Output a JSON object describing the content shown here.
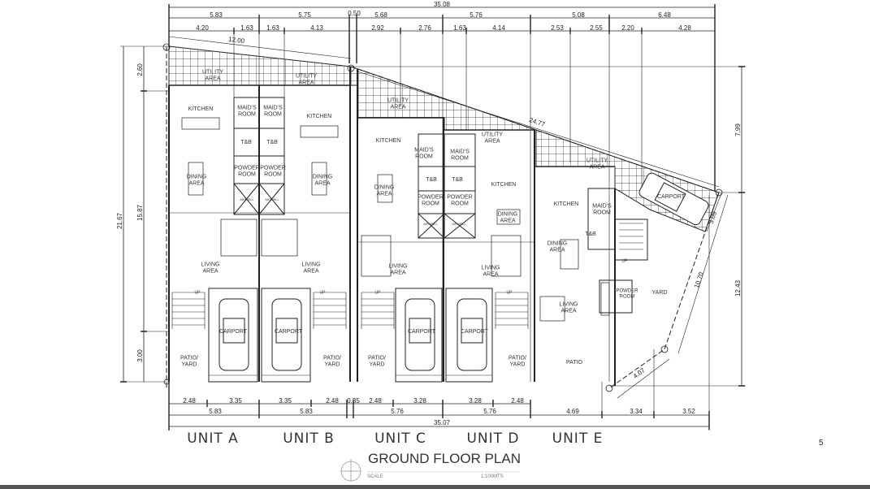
{
  "dimensions": {
    "top_total": "35.08",
    "top_units": [
      "5.83",
      "5.75",
      "0.50",
      "5.68",
      "5.76",
      "5.08",
      "6.48"
    ],
    "top_sub": [
      "4.20",
      "1.63",
      "1.63",
      "4.13",
      "2.92",
      "2.76",
      "1.63",
      "4.14",
      "2.53",
      "2.55",
      "2.20",
      "4.28"
    ],
    "bottom_sub": [
      "2.48",
      "3.35",
      "3.35",
      "2.48",
      "0.35",
      "2.48",
      "3.28",
      "3.28",
      "2.48"
    ],
    "bottom_units": [
      "5.83",
      "5.83",
      "5.76",
      "5.76",
      "4.69",
      "3.34",
      "3.52"
    ],
    "bottom_total": "35.07",
    "left": [
      "21.67",
      "2.60",
      "15.87",
      "3.00"
    ],
    "right": [
      "7.99",
      "12.43"
    ],
    "diagonal": [
      "12.00",
      "24.77",
      "3.09",
      "10.70",
      "4.07"
    ]
  },
  "rooms": {
    "a": [
      "UTILITY AREA",
      "KITCHEN",
      "MAID'S ROOM",
      "T&B",
      "POWDER ROOM",
      "AIRWELL",
      "DINING AREA",
      "LIVING AREA",
      "UP",
      "CARPORT",
      "PATIO/ YARD"
    ],
    "b": [
      "UTILITY AREA",
      "KITCHEN",
      "MAID'S ROOM",
      "T&B",
      "POWDER ROOM",
      "AIRWELL",
      "DINING AREA",
      "LIVING AREA",
      "UP",
      "CARPORT",
      "PATIO/ YARD"
    ],
    "c": [
      "UTILITY AREA",
      "KITCHEN",
      "MAID'S ROOM",
      "T&B",
      "POWDER ROOM",
      "AIRWELL",
      "DINING AREA",
      "LIVING AREA",
      "UP",
      "CARPORT",
      "PATIO/ YARD"
    ],
    "d": [
      "UTILITY AREA",
      "KITCHEN",
      "MAID'S ROOM",
      "T&B",
      "POWDER ROOM",
      "AIRWELL",
      "DINING AREA",
      "LIVING AREA",
      "UP",
      "CARPORT",
      "PATIO/ YARD"
    ],
    "e": [
      "UTILITY AREA",
      "KITCHEN",
      "MAID'S ROOM",
      "T&B",
      "DINING AREA",
      "UP",
      "LIVING AREA",
      "POWDER ROOM",
      "YARD",
      "CARPORT",
      "PATIO"
    ]
  },
  "units": [
    "UNIT A",
    "UNIT B",
    "UNIT C",
    "UNIT D",
    "UNIT E"
  ],
  "title": "GROUND FLOOR PLAN",
  "scale_label": "SCALE",
  "scale_value": "1:100MTS",
  "page_number": "5"
}
